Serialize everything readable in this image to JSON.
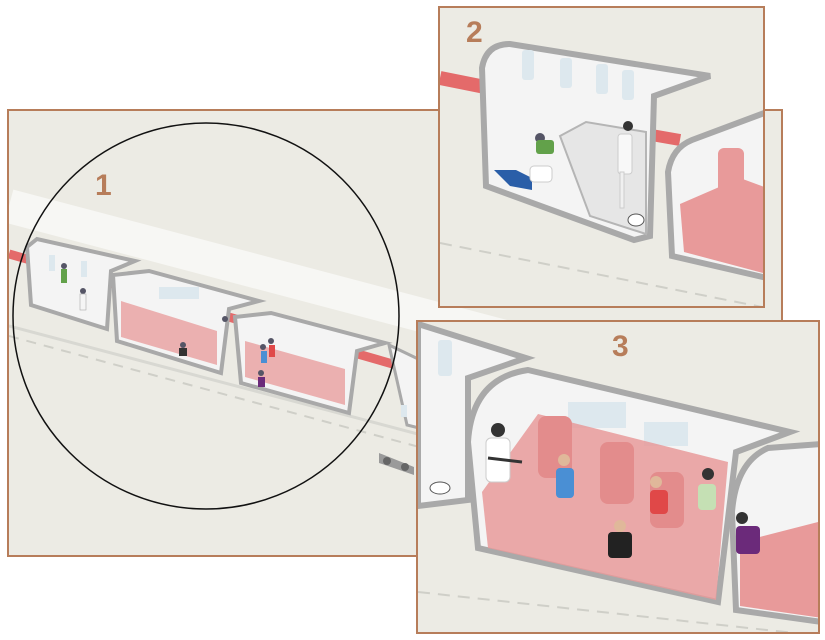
{
  "panels": [
    {
      "label": "1"
    },
    {
      "label": "2"
    },
    {
      "label": "3"
    }
  ],
  "colors": {
    "frame": "#b77d5a",
    "background": "#ecebe4",
    "train_body": "#f4f4f4",
    "train_outline": "#a9a9a9",
    "seat": "#e89a9a",
    "stripe": "#e46a6a",
    "window": "#dde8ee"
  },
  "icons": [
    "magnifier-circle",
    "gunman-figure",
    "passenger-figure",
    "wheel-bogie",
    "trash-bin"
  ]
}
